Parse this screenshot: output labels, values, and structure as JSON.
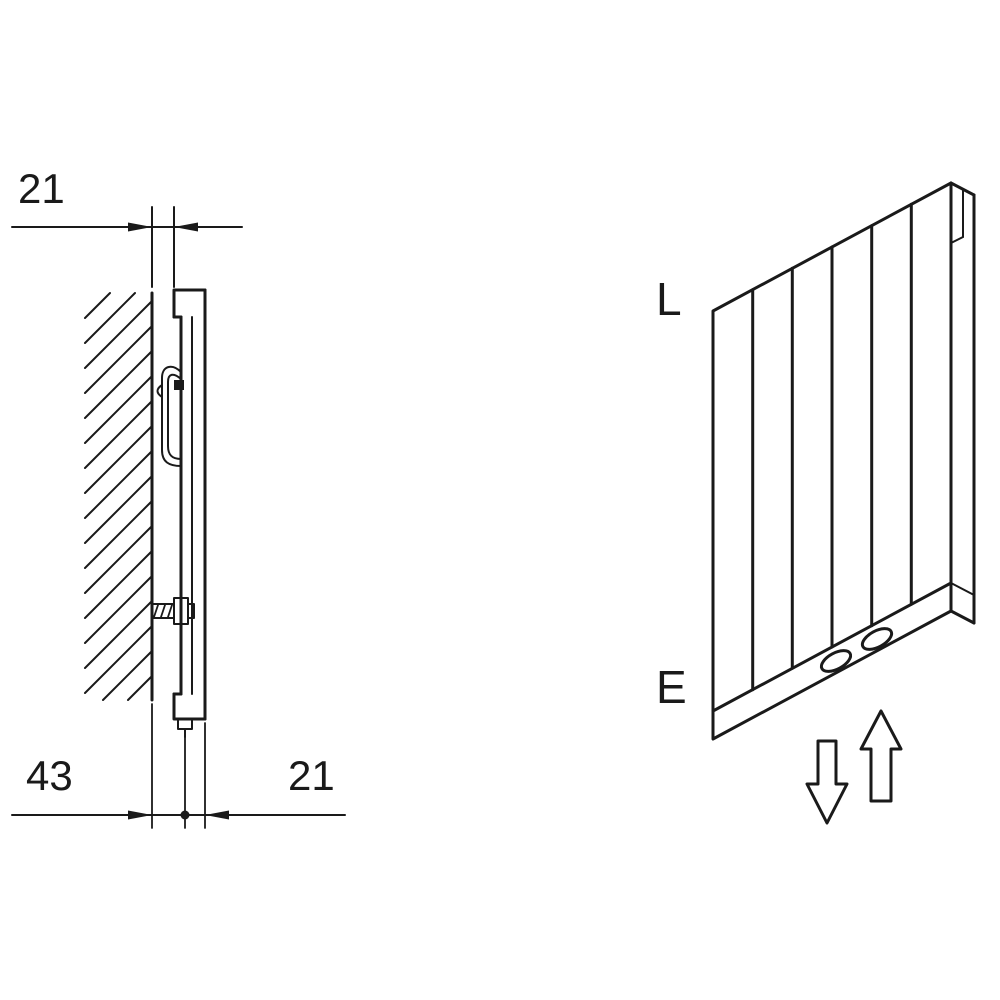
{
  "colors": {
    "line": "#1a1a1a",
    "background": "#ffffff"
  },
  "side_view": {
    "dimensions": {
      "top_gap": "21",
      "bottom_left": "43",
      "bottom_right": "21"
    }
  },
  "perspective_view": {
    "labels": {
      "outlet": "L",
      "inlet": "E"
    },
    "icons": {
      "flow_out": "down-arrow-outline-icon",
      "flow_in": "up-arrow-outline-icon"
    }
  }
}
